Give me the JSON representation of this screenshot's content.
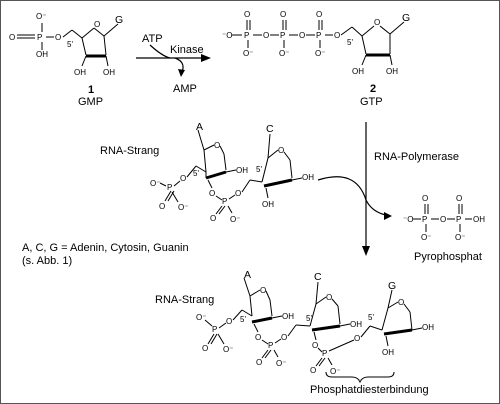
{
  "labels": {
    "g": "G",
    "a": "A",
    "c": "C",
    "five_prime": "5'",
    "oh": "OH",
    "o": "O",
    "p": "P",
    "o_minus": "O⁻",
    "ominus_only": "⁻O",
    "compound1_number": "1",
    "compound1_name": "GMP",
    "compound2_number": "2",
    "compound2_name": "GTP",
    "atp": "ATP",
    "kinase": "Kinase",
    "amp": "AMP",
    "rna_strand_top": "RNA-Strang",
    "rna_polymerase": "RNA-Polymerase",
    "legend_line1": "A, C, G = Adenin, Cytosin, Guanin",
    "legend_line2": "(s. Abb. 1)",
    "pyrophosphate": "Pyrophosphat",
    "rna_strand_bottom": "RNA-Strang",
    "phosphodiester": "Phosphatdiesterbindung"
  }
}
